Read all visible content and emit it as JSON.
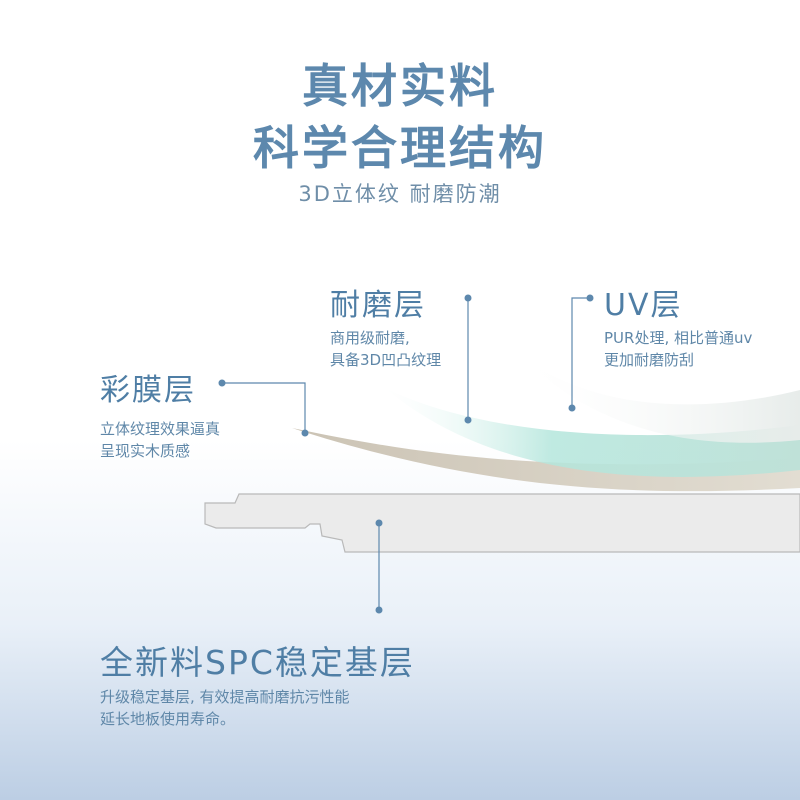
{
  "headline": {
    "line1": "真材实料",
    "line2": "科学合理结构",
    "sub": "3D立体纹 耐磨防潮"
  },
  "layers": {
    "wear": {
      "title": "耐磨层",
      "desc": [
        "商用级耐磨,",
        "具备3D凹凸纹理"
      ]
    },
    "uv": {
      "title": "UV层",
      "desc": [
        "PUR处理, 相比普通uv",
        "更加耐磨防刮"
      ]
    },
    "film": {
      "title": "彩膜层",
      "desc": [
        "立体纹理效果逼真",
        "呈现实木质感"
      ]
    },
    "base": {
      "title": "全新料SPC稳定基层",
      "desc": [
        "升级稳定基层, 有效提高耐磨抗污性能",
        "延长地板使用寿命。"
      ]
    }
  },
  "colors": {
    "accent": "#5d88ad",
    "label": "#4f7ea5",
    "board": "#ebebeb",
    "film": "#d8d2c6",
    "wear": "#bfe7df",
    "uv": "#e6ecea"
  }
}
